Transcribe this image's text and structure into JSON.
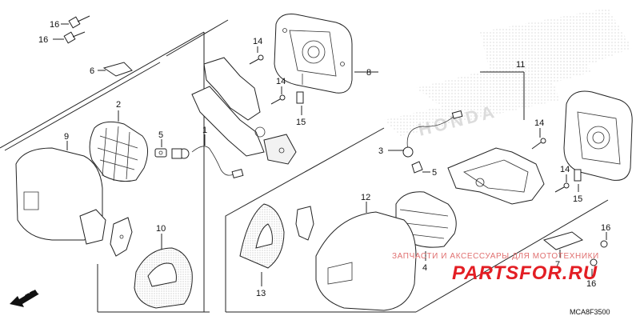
{
  "diagram": {
    "code": "MCA8F3500",
    "front_arrow_label": "FR.",
    "brand_watermark": "HONDA",
    "site_watermark": "PARTSFOR.RU",
    "site_watermark_caption": "ЗАПЧАСТИ И АКСЕССУАРЫ ДЛЯ МОТОТЕХНИКИ"
  },
  "callouts": {
    "c1": "1",
    "c2": "2",
    "c3": "3",
    "c4": "4",
    "c5a": "5",
    "c5b": "5",
    "c6": "6",
    "c7": "7",
    "c8": "8",
    "c9": "9",
    "c10": "10",
    "c11": "11",
    "c12": "12",
    "c13": "13",
    "c14a": "14",
    "c14b": "14",
    "c14c": "14",
    "c14d": "14",
    "c15a": "15",
    "c15b": "15",
    "c16a": "16",
    "c16b": "16",
    "c16c": "16",
    "c16d": "16"
  }
}
